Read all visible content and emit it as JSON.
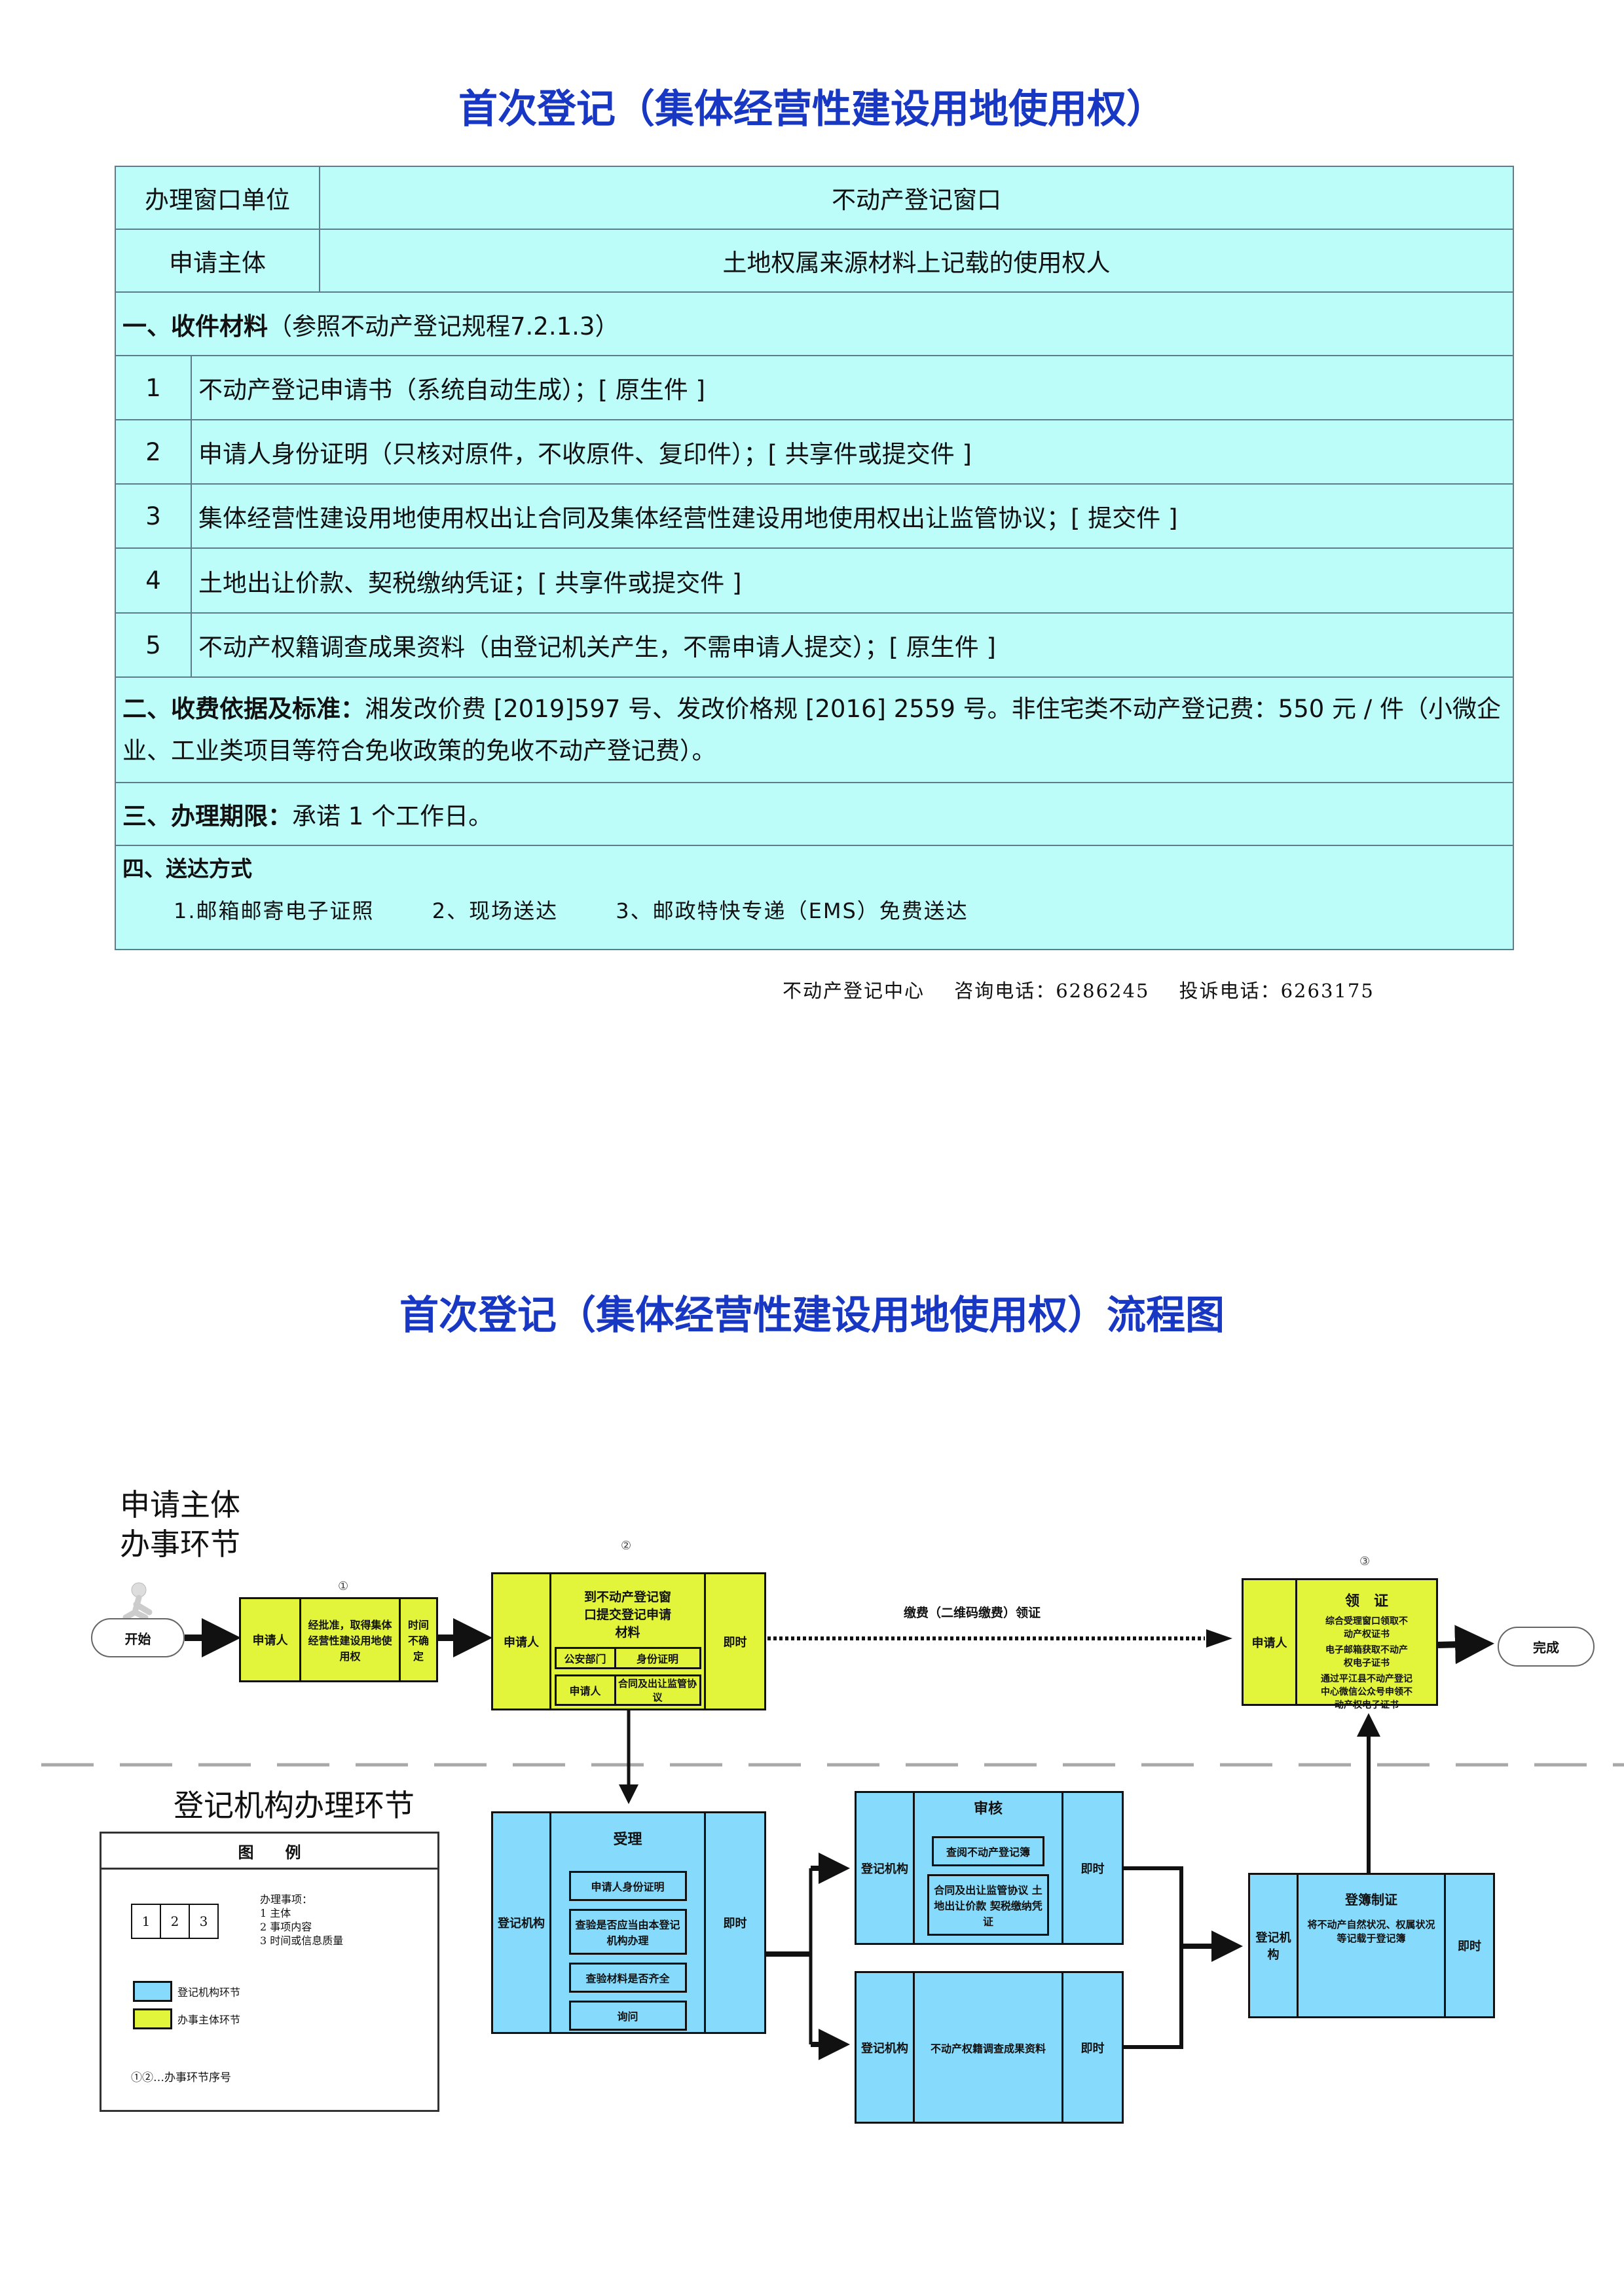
{
  "title": "首次登记（集体经营性建设用地使用权）",
  "table": {
    "window_label": "办理窗口单位",
    "window_value": "不动产登记窗口",
    "subject_label": "申请主体",
    "subject_value": "土地权属来源材料上记载的使用权人",
    "section1_title": "一、收件材料",
    "section1_note": "（参照不动产登记规程7.2.1.3）",
    "materials": [
      {
        "no": "1",
        "text": "不动产登记申请书（系统自动生成）；[ 原生件 ]"
      },
      {
        "no": "2",
        "text": "申请人身份证明（只核对原件，不收原件、复印件）；[ 共享件或提交件 ]"
      },
      {
        "no": "3",
        "text": "集体经营性建设用地使用权出让合同及集体经营性建设用地使用权出让监管协议；[ 提交件 ]"
      },
      {
        "no": "4",
        "text": "土地出让价款、契税缴纳凭证；[ 共享件或提交件 ]"
      },
      {
        "no": "5",
        "text": "不动产权籍调查成果资料（由登记机关产生，不需申请人提交）；[ 原生件 ]"
      }
    ],
    "section2_title": "二、收费依据及标准：",
    "section2_text": "湘发改价费 [2019]597 号、发改价格规 [2016] 2559 号。非住宅类不动产登记费：550 元 / 件（小微企业、工业类项目等符合免收政策的免收不动产登记费）。",
    "section3_title": "三、办理期限：",
    "section3_text": "承诺 1 个工作日。",
    "section4_title": "四、送达方式",
    "delivery": [
      "1.邮箱邮寄电子证照",
      "2、现场送达",
      "3、邮政特快专递（EMS）免费送达"
    ]
  },
  "footer": {
    "center": "不动产登记中心",
    "consult": "咨询电话：6286245",
    "complaint": "投诉电话：6263175"
  },
  "flow": {
    "title": "首次登记（集体经营性建设用地使用权）流程图",
    "lane_top": [
      "申请主体",
      "办事环节"
    ],
    "lane_bottom": "登记机构办理环节",
    "start": "开始",
    "end": "完成",
    "step_nums": [
      "①",
      "②",
      "③"
    ],
    "step1": {
      "who": "申请人",
      "what": "经批准，取得集体经营性建设用地使用权",
      "time": "时间不确定"
    },
    "step2": {
      "who": "申请人",
      "title": "到不动产登记窗口提交登记申请材料",
      "sub1_who": "公安部门",
      "sub1_what": "身份证明",
      "sub2_who": "申请人",
      "sub2_what": "合同及出让监管协议",
      "time": "即时"
    },
    "pay_label": "缴费（二维码缴费）领证",
    "step3": {
      "who": "申请人",
      "title": "领　证",
      "lines": [
        "综合受理窗口领取不动产权证书",
        "电子邮箱获取不动产权电子证书",
        "通过平江县不动产登记中心微信公众号申领不动产权电子证书"
      ]
    },
    "accept": {
      "who": "登记机构",
      "title": "受理",
      "items": [
        "申请人身份证明",
        "查验是否应当由本登记机构办理",
        "查验材料是否齐全",
        "询问"
      ],
      "time": "即时"
    },
    "review": {
      "who": "登记机构",
      "title": "审核",
      "items": [
        "查阅不动产登记簿",
        "合同及出让监管协议 土地出让价款 契税缴纳凭证"
      ],
      "time": "即时"
    },
    "survey": {
      "who": "登记机构",
      "text": "不动产权籍调查成果资料",
      "time": "即时"
    },
    "record": {
      "who": "登记机构",
      "title": "登簿制证",
      "text": "将不动产自然状况、权属状况等记载于登记簿",
      "time": "即时"
    }
  },
  "legend": {
    "title": "图　　例",
    "cells": [
      "1",
      "2",
      "3"
    ],
    "explain_title": "办理事项：",
    "explain": [
      "1 主体",
      "2 事项内容",
      "3 时间或信息质量"
    ],
    "blue_label": "登记机构环节",
    "yellow_label": "办事主体环节",
    "seq_label": "①②…办事环节序号",
    "colors": {
      "blue": "#86dbfc",
      "yellow": "#e2f53a"
    }
  }
}
